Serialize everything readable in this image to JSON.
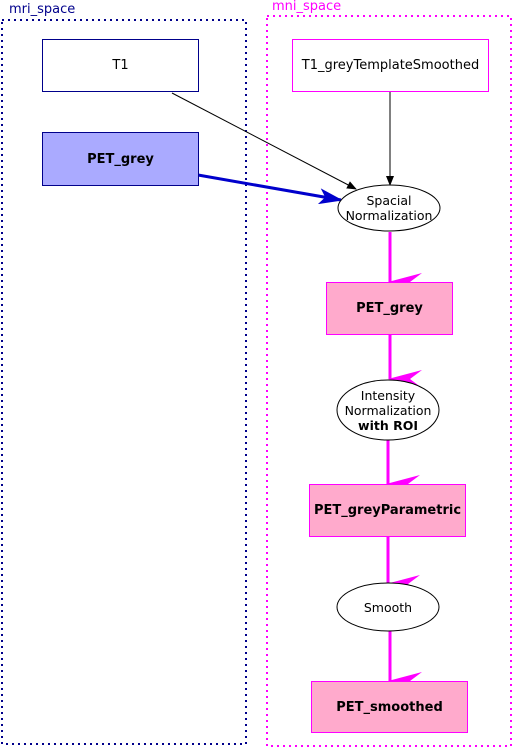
{
  "clusters": {
    "mri_space": {
      "label": "mri_space",
      "color": "#00008b"
    },
    "mni_space": {
      "label": "mni_space",
      "color": "#ff00ff"
    }
  },
  "nodes": {
    "t1": {
      "label": "T1"
    },
    "pet_grey_mri": {
      "label": "PET_grey",
      "fill": "#aaaaff"
    },
    "t1_template": {
      "label": "T1_greyTemplateSmoothed"
    },
    "spacial_norm": {
      "line1": "Spacial",
      "line2": "Normalization"
    },
    "pet_grey_mni": {
      "label": "PET_grey",
      "fill": "#ffaacc"
    },
    "intensity_norm": {
      "line1": "Intensity",
      "line2": "Normalization",
      "line3": "with ROI"
    },
    "pet_grey_parametric": {
      "label": "PET_greyParametric",
      "fill": "#ffaacc"
    },
    "smooth": {
      "label": "Smooth"
    },
    "pet_smoothed": {
      "label": "PET_smoothed",
      "fill": "#ffaacc"
    }
  },
  "edge_colors": {
    "default": "#000000",
    "blue": "#0000cc",
    "magenta": "#ff00ff"
  }
}
